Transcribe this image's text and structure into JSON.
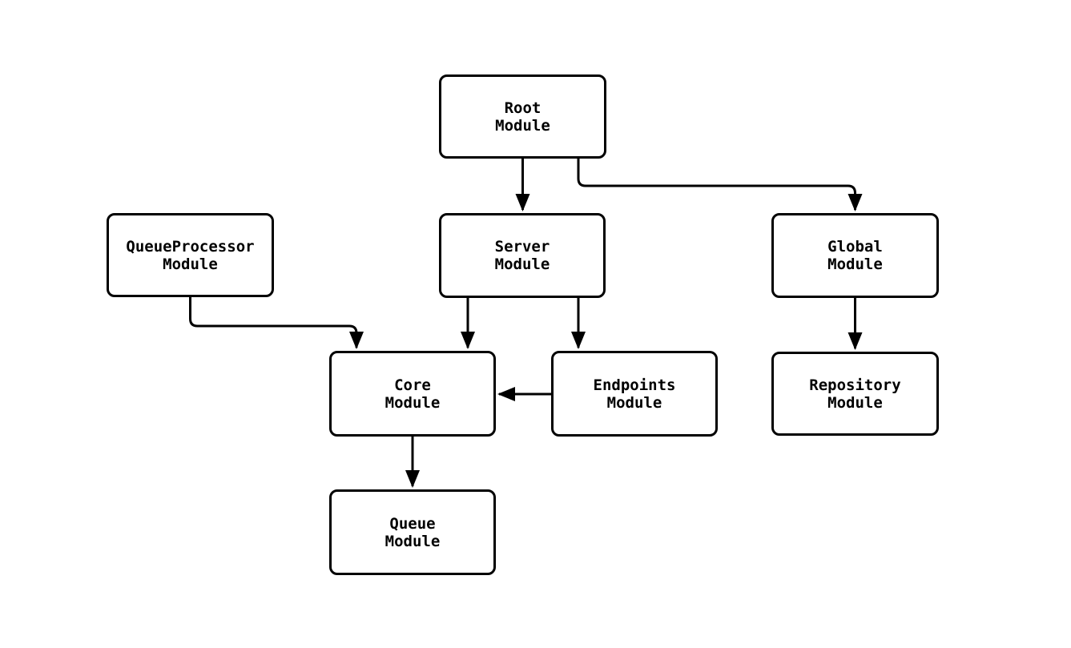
{
  "diagram": {
    "type": "module-dependency-flowchart",
    "background": "#ffffff",
    "node_style": {
      "fill": "#ffffff",
      "border": "#000000",
      "text": "#000000"
    },
    "nodes": {
      "root": {
        "label": "Root\nModule"
      },
      "queueprocessor": {
        "label": "QueueProcessor\nModule"
      },
      "server": {
        "label": "Server\nModule"
      },
      "global": {
        "label": "Global\nModule"
      },
      "core": {
        "label": "Core\nModule"
      },
      "endpoints": {
        "label": "Endpoints\nModule"
      },
      "repository": {
        "label": "Repository\nModule"
      },
      "queue": {
        "label": "Queue\nModule"
      }
    },
    "edges": [
      {
        "from": "Root Module",
        "to": "Server Module"
      },
      {
        "from": "Root Module",
        "to": "Global Module"
      },
      {
        "from": "QueueProcessor Module",
        "to": "Core Module"
      },
      {
        "from": "Server Module",
        "to": "Core Module"
      },
      {
        "from": "Server Module",
        "to": "Endpoints Module"
      },
      {
        "from": "Endpoints Module",
        "to": "Core Module"
      },
      {
        "from": "Global Module",
        "to": "Repository Module"
      },
      {
        "from": "Core Module",
        "to": "Queue Module"
      }
    ]
  }
}
